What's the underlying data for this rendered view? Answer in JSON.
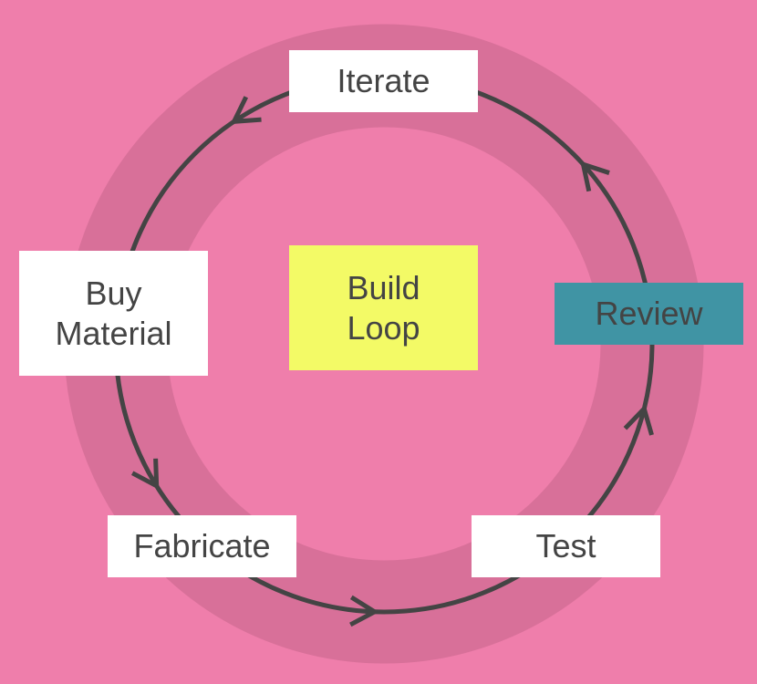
{
  "colors": {
    "background": "#ef7eab",
    "ring": "#d87099",
    "line": "#444444",
    "node_default": "#ffffff",
    "center": "#f3fa66",
    "highlight": "#4094a4",
    "text": "#444444"
  },
  "center": {
    "label": "Build\nLoop"
  },
  "nodes": [
    {
      "id": "iterate",
      "label": "Iterate"
    },
    {
      "id": "buy-material",
      "label": "Buy\nMaterial"
    },
    {
      "id": "fabricate",
      "label": "Fabricate"
    },
    {
      "id": "test",
      "label": "Test"
    },
    {
      "id": "review",
      "label": "Review",
      "highlighted": true
    }
  ],
  "flow_direction": "counterclockwise",
  "edges": [
    {
      "from": "Iterate",
      "to": "Buy Material"
    },
    {
      "from": "Buy Material",
      "to": "Fabricate"
    },
    {
      "from": "Fabricate",
      "to": "Test"
    },
    {
      "from": "Test",
      "to": "Review"
    },
    {
      "from": "Review",
      "to": "Iterate"
    }
  ]
}
